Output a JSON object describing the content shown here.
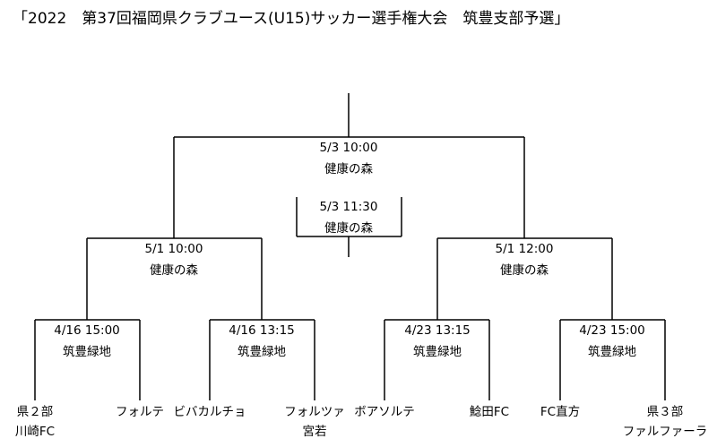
{
  "title": "「2022　第37回福岡県クラブユース(U15)サッカー選手権大会　筑豊支部予選」",
  "matches": {
    "final": {
      "time": "5/3 10:00",
      "venue": "健康の森"
    },
    "third_place": {
      "time": "5/3 11:30",
      "venue": "健康の森"
    },
    "semi_left": {
      "time": "5/1 10:00",
      "venue": "健康の森"
    },
    "semi_right": {
      "time": "5/1 12:00",
      "venue": "健康の森"
    },
    "r1_1": {
      "time": "4/16 15:00",
      "venue": "筑豊緑地"
    },
    "r1_2": {
      "time": "4/16 13:15",
      "venue": "筑豊緑地"
    },
    "r1_3": {
      "time": "4/23 13:15",
      "venue": "筑豊緑地"
    },
    "r1_4": {
      "time": "4/23 15:00",
      "venue": "筑豊緑地"
    }
  },
  "teams": [
    {
      "line1": "県２部",
      "line2": "川崎FC"
    },
    {
      "line1": "フォルテ",
      "line2": ""
    },
    {
      "line1": "ビバカルチョ",
      "line2": ""
    },
    {
      "line1": "フォルツァ",
      "line2": "宮若"
    },
    {
      "line1": "ボアソルテ",
      "line2": ""
    },
    {
      "line1": "鯰田FC",
      "line2": ""
    },
    {
      "line1": "FC直方",
      "line2": ""
    },
    {
      "line1": "県３部",
      "line2": "ファルファーラ"
    }
  ]
}
